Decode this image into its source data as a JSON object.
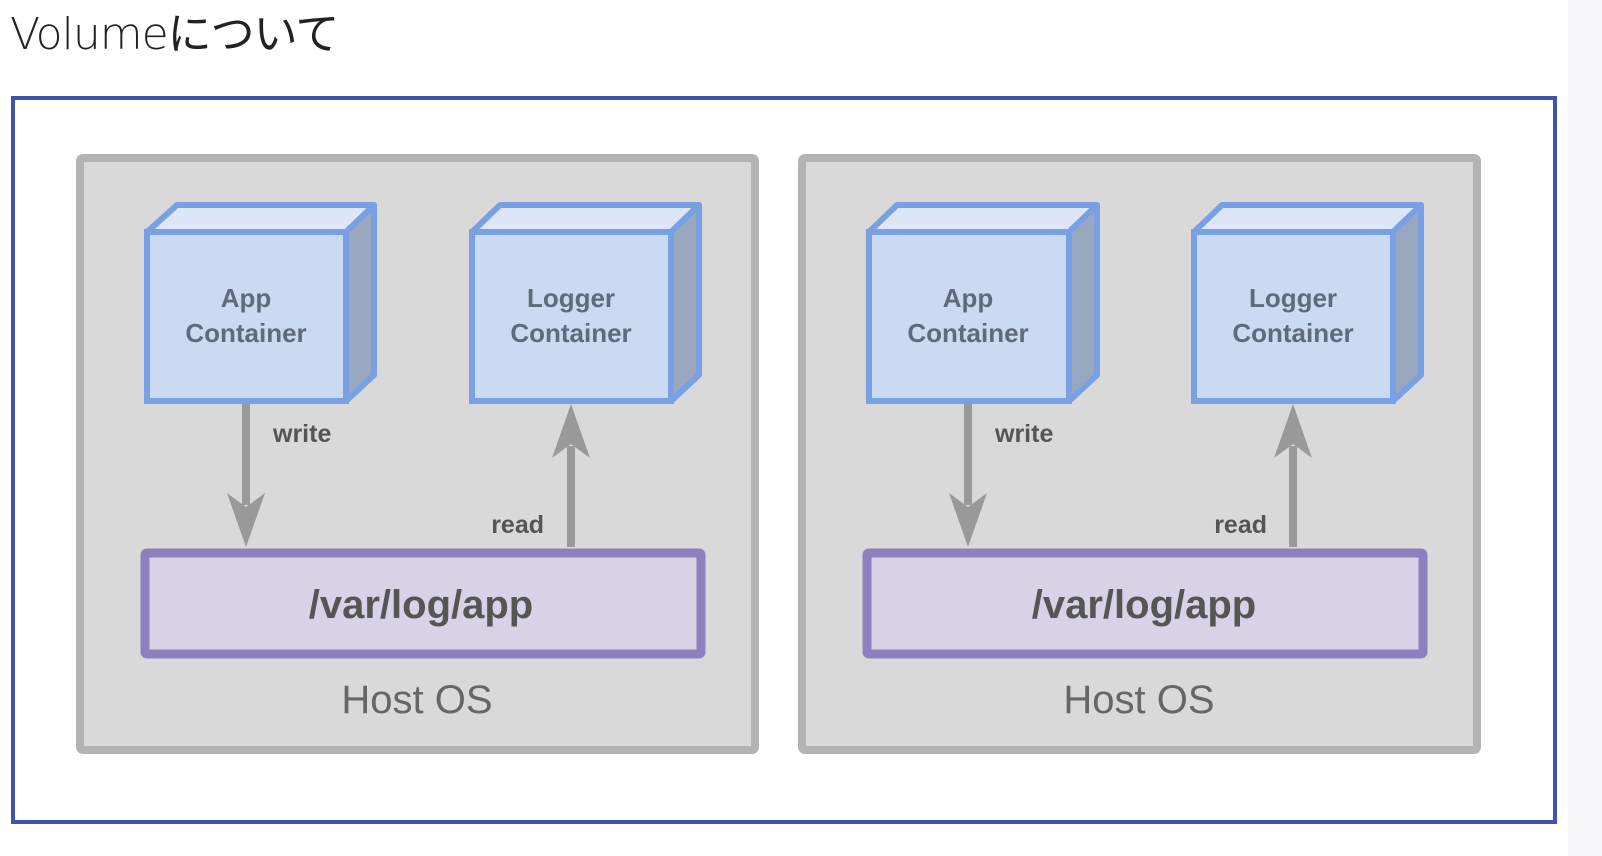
{
  "page": {
    "title": "Volumeについて"
  },
  "panels": [
    {
      "app_container": {
        "line1": "App",
        "line2": "Container"
      },
      "logger_container": {
        "line1": "Logger",
        "line2": "Container"
      },
      "write_label": "write",
      "read_label": "read",
      "volume_path": "/var/log/app",
      "host_label": "Host OS"
    },
    {
      "app_container": {
        "line1": "App",
        "line2": "Container"
      },
      "logger_container": {
        "line1": "Logger",
        "line2": "Container"
      },
      "write_label": "write",
      "read_label": "read",
      "volume_path": "/var/log/app",
      "host_label": "Host OS"
    }
  ],
  "colors": {
    "frame_border": "#3e54a8",
    "host_fill": "#d9d9d9",
    "host_border": "#b3b3b3",
    "cube_front": "#cadaf3",
    "cube_top": "#dce6f7",
    "cube_side": "#9aa8bf",
    "cube_border": "#7aa0e4",
    "volume_fill": "#d8d2e6",
    "volume_border": "#8e80bf",
    "arrow": "#999999",
    "cube_text": "#5f6b7d",
    "label_text": "#555555",
    "host_text": "#666666"
  }
}
